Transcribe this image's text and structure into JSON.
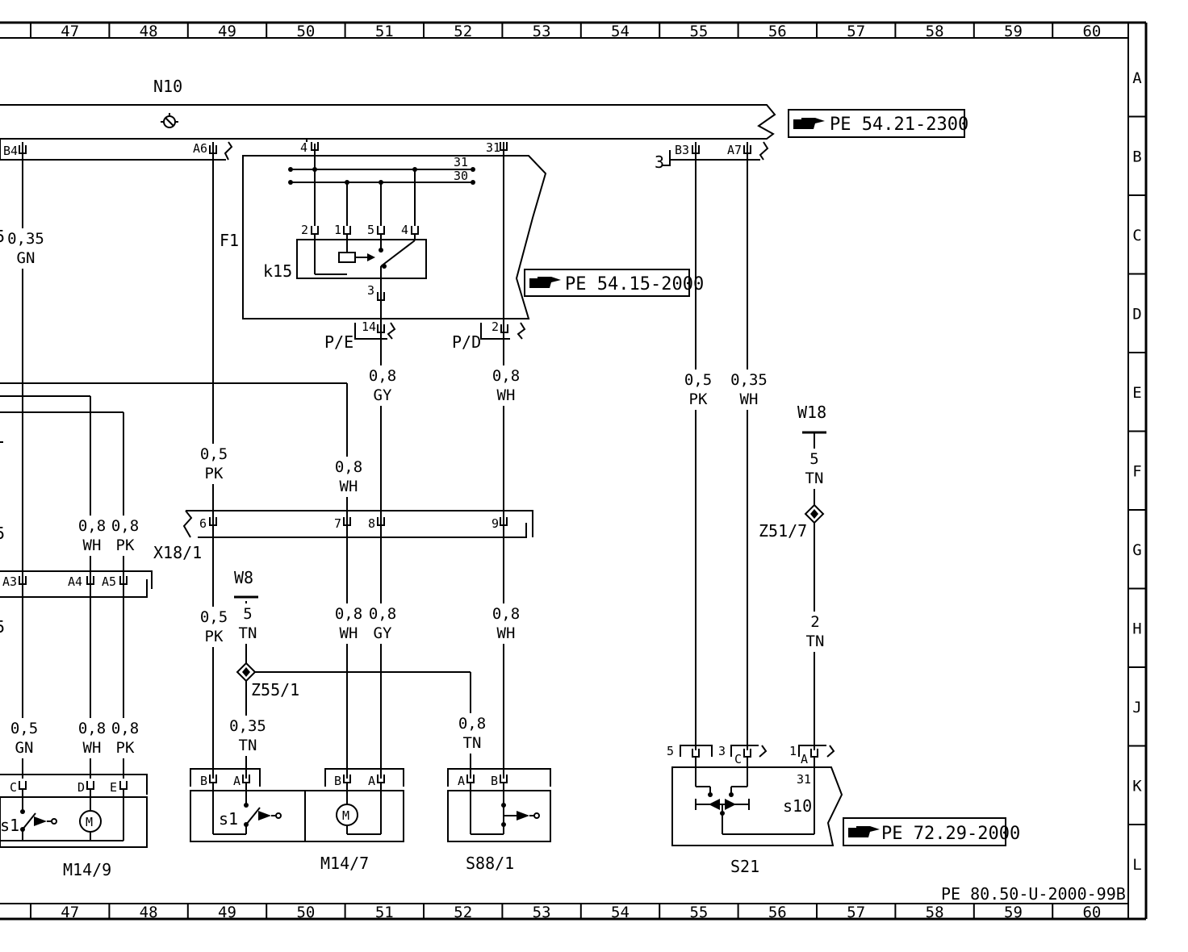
{
  "grid": {
    "columns": [
      "47",
      "48",
      "49",
      "50",
      "51",
      "52",
      "53",
      "54",
      "55",
      "56",
      "57",
      "58",
      "59",
      "60"
    ],
    "rows": [
      "A",
      "B",
      "C",
      "D",
      "E",
      "F",
      "G",
      "H",
      "J",
      "K",
      "L"
    ]
  },
  "references": {
    "ref1": "PE  54.21-2300",
    "ref2": "PE  54.15-2000",
    "ref3": "PE  72.29-2000",
    "sheet_id": "PE  80.50-U-2000-99B"
  },
  "components": {
    "n10": "N10",
    "f1": "F1",
    "k15": "k15",
    "x18_1": "X18/1",
    "w8": "W8",
    "z55_1": "Z55/1",
    "w18": "W18",
    "z51_7": "Z51/7",
    "m14_9": "M14/9",
    "m14_7": "M14/7",
    "s88_1": "S88/1",
    "s21": "S21",
    "s1_a": "s1",
    "s1_b": "s1",
    "s10": "s10",
    "motor": "M"
  },
  "pins": {
    "b4": "B4",
    "a6": "A6",
    "p4": "4",
    "p31": "31",
    "b3": "B3",
    "a7": "A7",
    "three": "3",
    "bus31": "31",
    "bus30": "30",
    "k2": "2",
    "k1": "1",
    "k5": "5",
    "k4": "4",
    "k3": "3",
    "pe": "P/E",
    "p14": "14",
    "pd": "P/D",
    "p2": "2",
    "x6": "6",
    "x7": "7",
    "x8": "8",
    "x9": "9",
    "a3": "A3",
    "a4": "A4",
    "a5": "A5",
    "c1": "C",
    "d1": "D",
    "e1": "E",
    "m7b1": "B",
    "m7a1": "A",
    "m7b2": "B",
    "m7a2": "A",
    "s88a": "A",
    "s88b": "B",
    "s21_5": "5",
    "s21_3": "3",
    "s21_c": "C",
    "s21_1": "1",
    "s21_a": "A",
    "s21_31": "31"
  },
  "wires": {
    "w_b4": [
      "0,35",
      "GN"
    ],
    "w_pe": [
      "0,8",
      "GY"
    ],
    "w_pd": [
      "0,8",
      "WH"
    ],
    "w_b3": [
      "0,5",
      "PK"
    ],
    "w_a7": [
      "0,35",
      "WH"
    ],
    "w_w18": [
      "5",
      "TN"
    ],
    "w_a6": [
      "0,5",
      "PK"
    ],
    "w_x7": [
      "0,8",
      "WH"
    ],
    "w_a4": [
      "0,8",
      "WH"
    ],
    "w_a5": [
      "0,8",
      "PK"
    ],
    "w_x6b": [
      "0,5",
      "PK"
    ],
    "w_w8": [
      "5",
      "TN"
    ],
    "w_x7b": [
      "0,8",
      "WH"
    ],
    "w_x8b": [
      "0,8",
      "GY"
    ],
    "w_x9b": [
      "0,8",
      "WH"
    ],
    "w_z51": [
      "2",
      "TN"
    ],
    "w_gn": [
      "0,5",
      "GN"
    ],
    "w_d": [
      "0,8",
      "WH"
    ],
    "w_e": [
      "0,8",
      "PK"
    ],
    "w_z55": [
      "0,35",
      "TN"
    ],
    "w_s88": [
      "0,8",
      "TN"
    ]
  },
  "edge_fragments": {
    "f1": "5",
    "f2": "5",
    "f3": "5"
  }
}
